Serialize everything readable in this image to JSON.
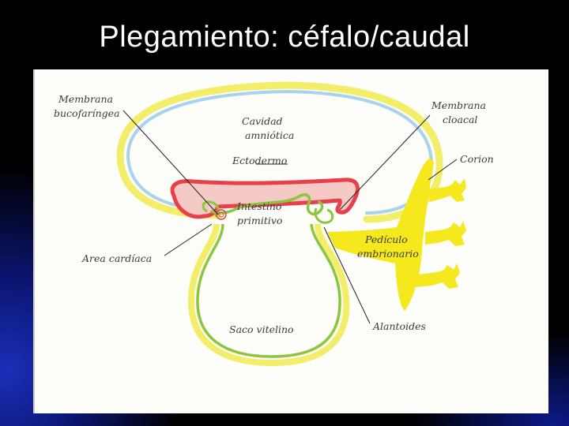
{
  "slide": {
    "title": "Plegamiento: céfalo/caudal"
  },
  "diagram": {
    "labels": {
      "membrana_line1": "Membrana",
      "membrana_line2": "bucofaríngea",
      "cavidad_line1": "Cavidad",
      "cavidad_line2": "amniótica",
      "ectodermo": "Ectodermo",
      "intestino_line1": "Intestino",
      "intestino_line2": "primitivo",
      "area_cardiaca": "Area cardíaca",
      "saco_vitelino": "Saco vitelino",
      "membrana_cloacal_line1": "Membrana",
      "membrana_cloacal_line2": "cloacal",
      "corion": "Corion",
      "pediculo_line1": "Pedículo",
      "pediculo_line2": "embrionario",
      "alantoides": "Alantoides"
    },
    "colors": {
      "amnion_outer": "#f2ee6a",
      "amnion_inner": "#a9d2ec",
      "embryo_red": "#e8404a",
      "embryo_fill": "#f4c9c6",
      "endoderm_green": "#8cc63f",
      "yolk_yellow": "#f2ee6a",
      "chorion_yellow": "#f5e81c"
    }
  }
}
